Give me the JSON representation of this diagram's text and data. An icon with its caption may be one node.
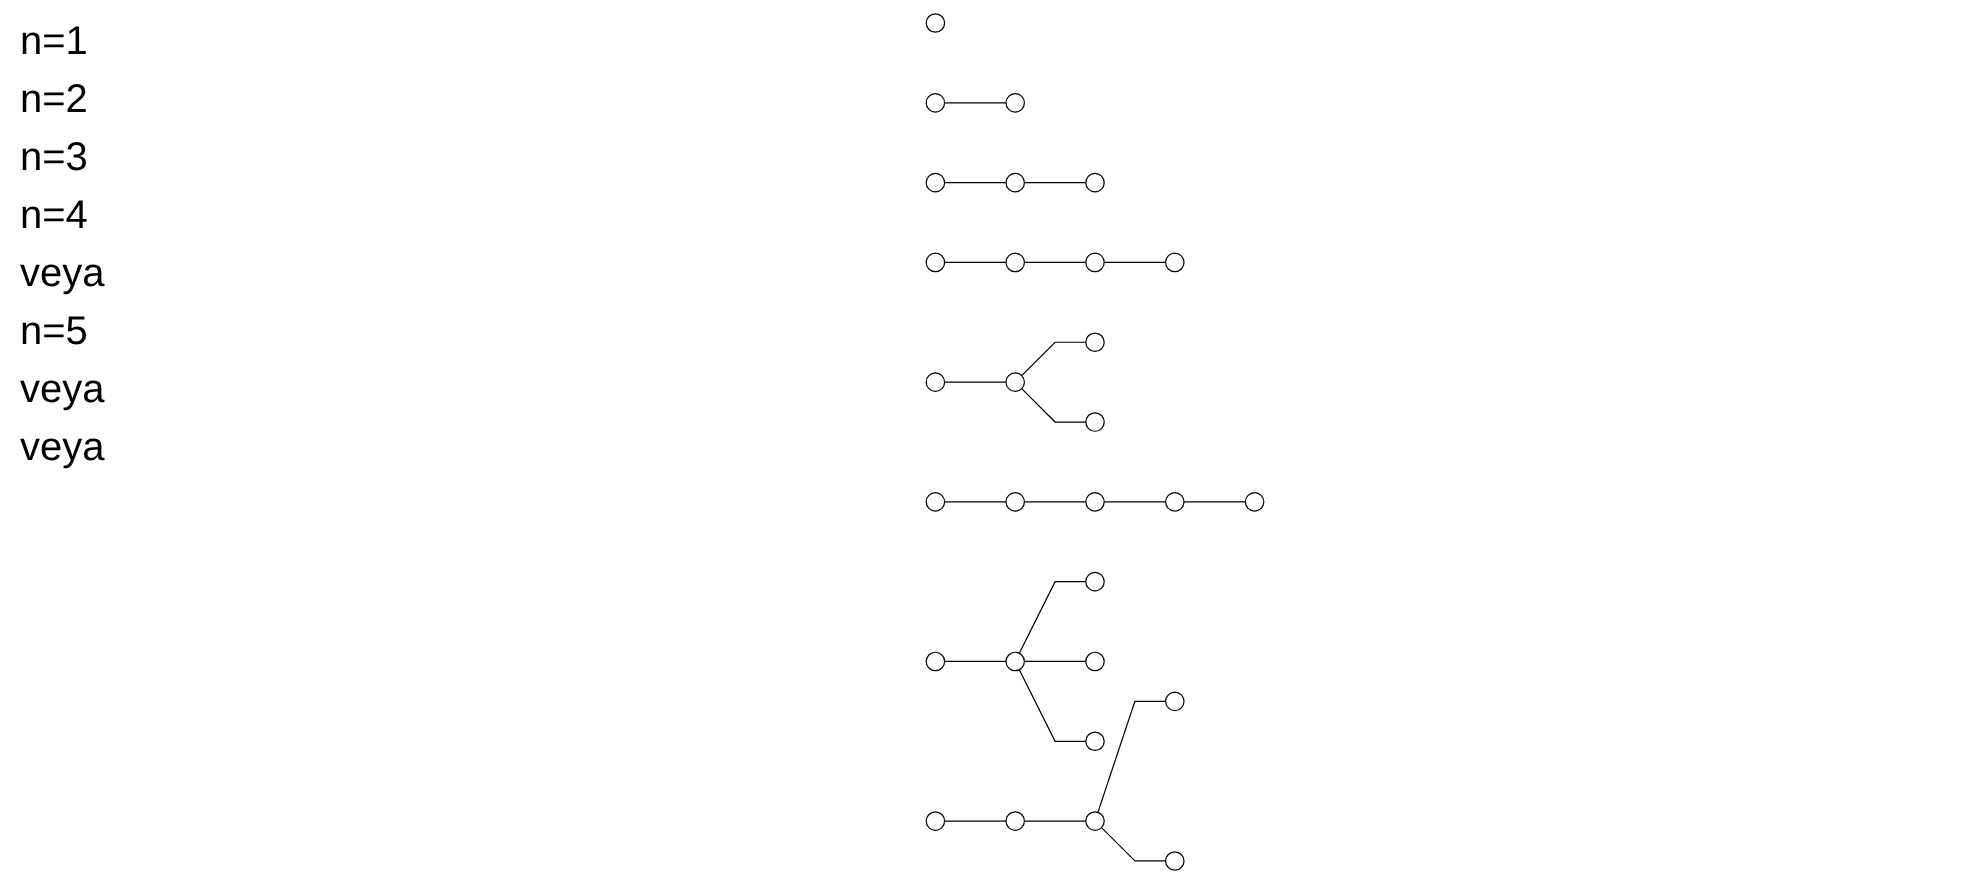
{
  "diagram": {
    "nodes": [
      {
        "text": [],
        "shape": "circle"
      },
      {
        "text": [],
        "shape": "circle"
      },
      {
        "text": [],
        "shape": "circle"
      },
      {
        "text": [],
        "shape": "circle"
      },
      {
        "text": [],
        "shape": "circle"
      },
      {
        "text": [],
        "shape": "circle"
      },
      {
        "text": [],
        "shape": "circle"
      },
      {
        "text": [],
        "shape": "circle"
      },
      {
        "text": [],
        "shape": "circle"
      },
      {
        "text": [],
        "shape": "circle"
      },
      {
        "text": [],
        "shape": "circle"
      },
      {
        "text": [],
        "shape": "circle"
      },
      {
        "text": [],
        "shape": "circle"
      },
      {
        "text": [],
        "shape": "circle"
      },
      {
        "text": [],
        "shape": "circle"
      },
      {
        "text": [],
        "shape": "circle"
      },
      {
        "text": [],
        "shape": "circle"
      },
      {
        "text": [],
        "shape": "circle"
      },
      {
        "text": [],
        "shape": "circle"
      },
      {
        "text": [],
        "shape": "circle"
      },
      {
        "text": [],
        "shape": "circle"
      },
      {
        "text": [],
        "shape": "circle"
      },
      {
        "text": [],
        "shape": "circle"
      },
      {
        "text": [],
        "shape": "circle"
      },
      {
        "text": [],
        "shape": "circle"
      },
      {
        "text": [],
        "shape": "circle"
      },
      {
        "text": [],
        "shape": "circle"
      },
      {
        "text": [],
        "shape": "circle"
      },
      {
        "text": [],
        "shape": "circle"
      }
    ],
    "edges": [
      {
        "from": 1,
        "to": 2,
        "arrow": "none"
      },
      {
        "from": 3,
        "to": 4,
        "arrow": "none"
      },
      {
        "from": 4,
        "to": 5,
        "arrow": "none"
      },
      {
        "from": 6,
        "to": 7,
        "arrow": "none"
      },
      {
        "from": 7,
        "to": 8,
        "arrow": "none"
      },
      {
        "from": 8,
        "to": 9,
        "arrow": "none"
      },
      {
        "from": 10,
        "to": 11,
        "arrow": "none"
      },
      {
        "from": 11,
        "to": 12,
        "arrow": "none"
      },
      {
        "from": 11,
        "to": 13,
        "arrow": "none"
      },
      {
        "from": 14,
        "to": 15,
        "arrow": "none"
      },
      {
        "from": 15,
        "to": 16,
        "arrow": "none"
      },
      {
        "from": 16,
        "to": 17,
        "arrow": "none"
      },
      {
        "from": 17,
        "to": 18,
        "arrow": "none"
      },
      {
        "from": 19,
        "to": 20,
        "arrow": "none"
      },
      {
        "from": 20,
        "to": 21,
        "arrow": "none"
      },
      {
        "from": 20,
        "to": 22,
        "arrow": "none"
      },
      {
        "from": 20,
        "to": 23,
        "arrow": "none"
      },
      {
        "from": 24,
        "to": 25,
        "arrow": "none"
      },
      {
        "from": 25,
        "to": 26,
        "arrow": "none"
      },
      {
        "from": 26,
        "to": 27,
        "arrow": "none"
      },
      {
        "from": 26,
        "to": 28,
        "arrow": "none"
      }
    ],
    "labels": [
      "n=1",
      "n=2",
      "n=3",
      "n=4",
      "veya",
      "n=5",
      "veya",
      "veya"
    ]
  }
}
